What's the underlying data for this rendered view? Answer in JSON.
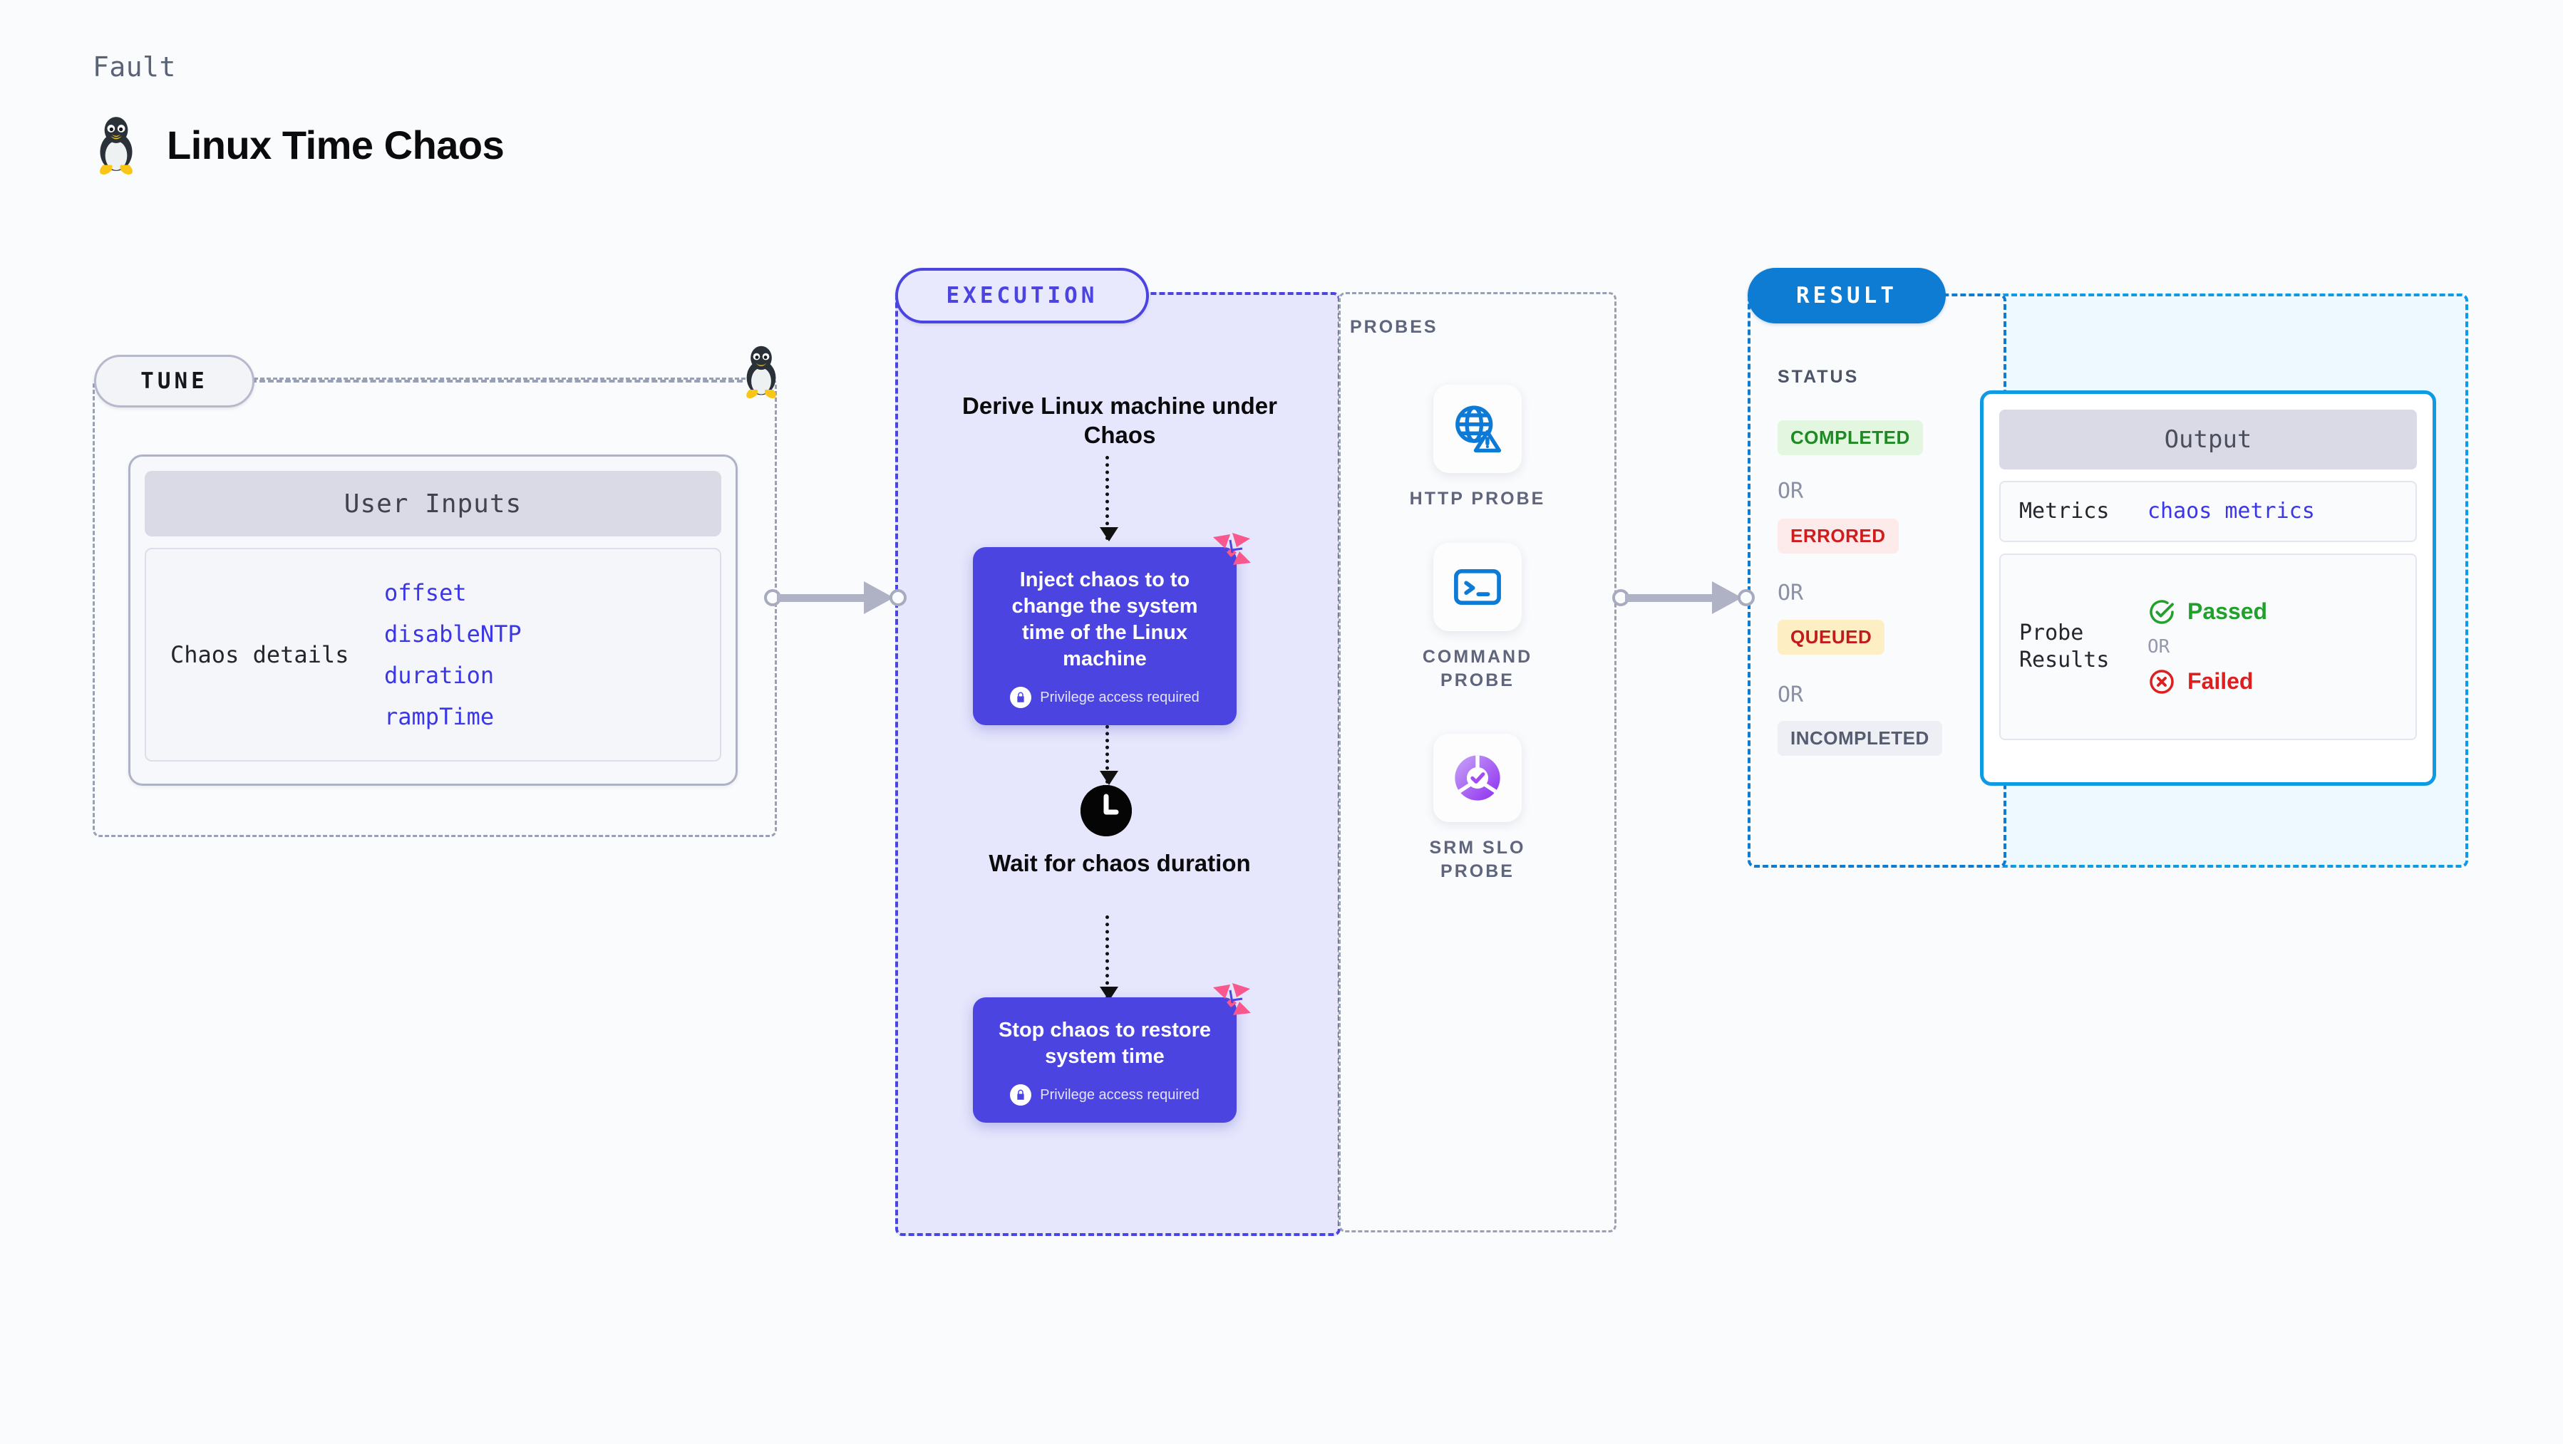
{
  "header": {
    "eyebrow": "Fault",
    "title": "Linux Time Chaos",
    "icon": "tux-linux-icon"
  },
  "tune": {
    "pill_label": "TUNE",
    "card_title": "User Inputs",
    "param_group_label": "Chaos details",
    "params": [
      "offset",
      "disableNTP",
      "duration",
      "rampTime"
    ],
    "edge_icon": "tux-linux-icon"
  },
  "execution": {
    "pill_label": "EXECUTION",
    "steps": [
      {
        "type": "title",
        "text": "Derive Linux machine under Chaos"
      },
      {
        "type": "box",
        "text": "Inject chaos to to change the system time of the Linux machine",
        "note": "Privilege access required",
        "note_icon": "lock-icon",
        "badge_icon": "litmus-logo-icon"
      },
      {
        "type": "title",
        "text": "Wait for chaos duration",
        "icon": "clock-icon"
      },
      {
        "type": "box",
        "text": "Stop chaos to restore system time",
        "note": "Privilege access required",
        "note_icon": "lock-icon",
        "badge_icon": "litmus-logo-icon"
      }
    ]
  },
  "probes": {
    "label": "PROBES",
    "items": [
      {
        "name": "HTTP PROBE",
        "icon": "globe-warning-icon"
      },
      {
        "name": "COMMAND PROBE",
        "icon": "terminal-icon"
      },
      {
        "name": "SRM SLO PROBE",
        "icon": "slo-donut-check-icon"
      }
    ]
  },
  "result": {
    "pill_label": "RESULT",
    "status_label": "STATUS",
    "or_label": "OR",
    "statuses": [
      {
        "label": "COMPLETED",
        "bg": "#e2f6e0",
        "fg": "#1f8a23"
      },
      {
        "label": "ERRORED",
        "bg": "#fdeaea",
        "fg": "#cf1d1d"
      },
      {
        "label": "QUEUED",
        "bg": "#fdeec4",
        "fg": "#c21b1b"
      },
      {
        "label": "INCOMPLETED",
        "bg": "#eeeff5",
        "fg": "#565c70"
      }
    ]
  },
  "output": {
    "card_title": "Output",
    "metrics_label": "Metrics",
    "metrics_value": "chaos metrics",
    "probe_results_label": "Probe Results",
    "passed_label": "Passed",
    "failed_label": "Failed",
    "or_label": "OR",
    "passed_icon": "check-circle-icon",
    "failed_icon": "x-circle-icon"
  },
  "colors": {
    "accent_purple": "#4b44e0",
    "accent_blue": "#0f7cd4",
    "accent_cyan": "#0f9ae6",
    "litmus_pink": "#f9588f",
    "param_blue": "#3b36e8",
    "page_bg": "#fafbfd"
  }
}
